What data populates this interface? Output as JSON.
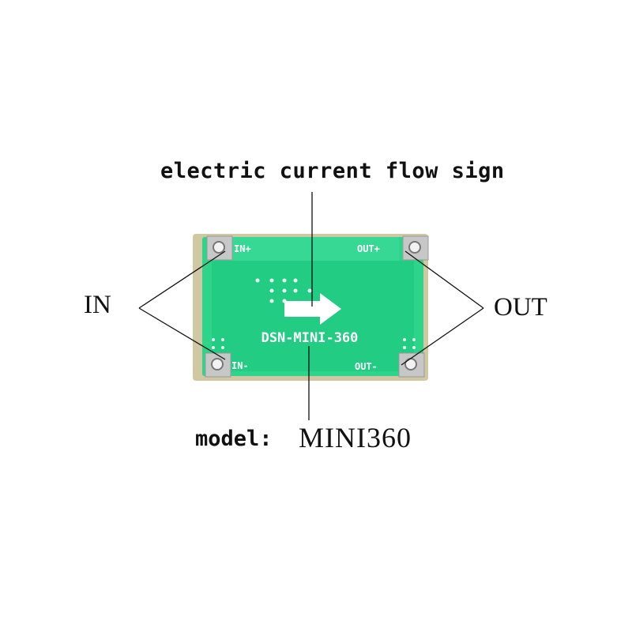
{
  "board": {
    "model_marking": "DSN-MINI-360",
    "pins": {
      "in_plus": "IN+",
      "in_minus": "IN-",
      "out_plus": "OUT+",
      "out_minus": "OUT-"
    },
    "pcb_color": "#2ed48a",
    "pcb_edge_color": "#c9c19a"
  },
  "callouts": {
    "flow": "electric current flow sign",
    "input": "IN",
    "output": "OUT",
    "model_label": "model:",
    "model_value": "MINI360"
  }
}
